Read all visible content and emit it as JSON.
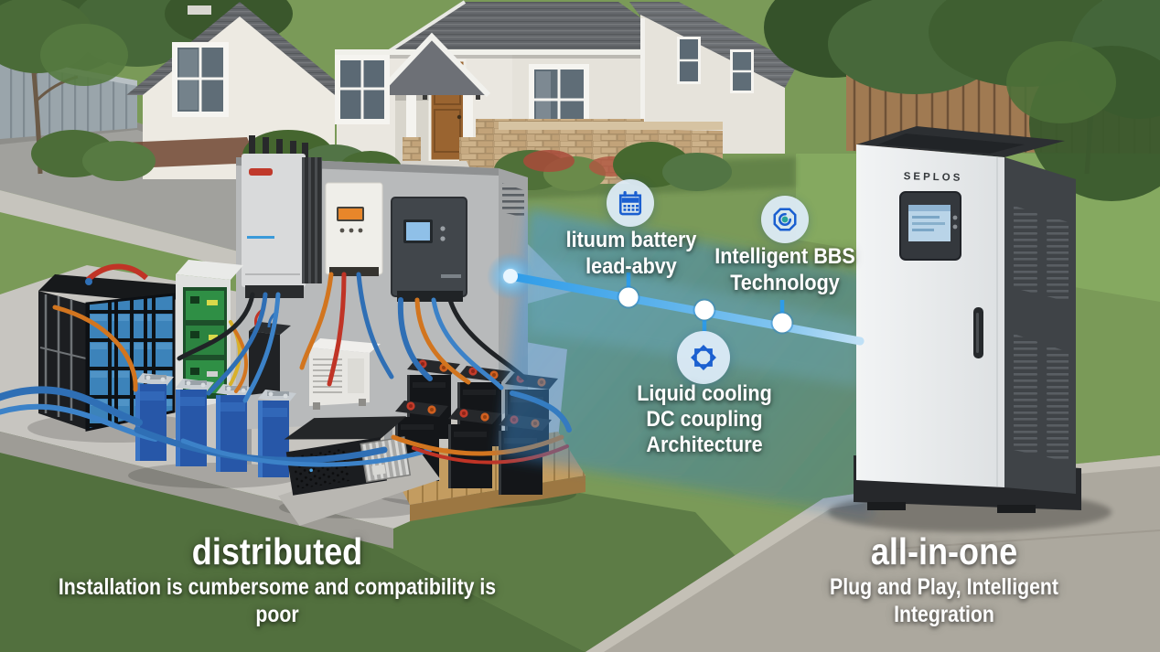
{
  "banner": {
    "brand": "SEPLOS",
    "left_system": {
      "title": "distributed",
      "subtitle": "Installation is cumbersome and compatibility is poor"
    },
    "right_system": {
      "title": "all-in-one",
      "subtitle": "Plug and Play, Intelligent Integration"
    },
    "features": [
      {
        "icon": "calendar-icon",
        "line1": "lituum battery",
        "line2": "lead-abvy"
      },
      {
        "icon": "smart-chip-icon",
        "line1": "Intelligent BBS",
        "line2": "Technology"
      },
      {
        "icon": "cooling-star-icon",
        "line1": "Liquid cooling",
        "line2": "DC coupling",
        "line3": "Architecture"
      }
    ],
    "colors": {
      "feature_icon": "#1a5fd0",
      "icon_badge_bg": "#dfedfa",
      "beam": "#37a0e8",
      "teal_accent": "#27a39a",
      "overlay_tint": "#3a86cc"
    }
  }
}
